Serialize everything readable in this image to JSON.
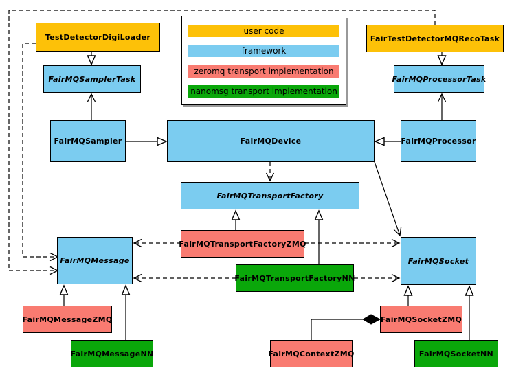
{
  "palette": {
    "user_code": "#FDC108",
    "framework": "#7BCCF0",
    "zeromq": "#F97B71",
    "nanomsg": "#0AA70A",
    "border": "#000000",
    "background": "#FFFFFF",
    "legend_shadow": "#999999"
  },
  "legend": {
    "items": [
      {
        "label": "user code",
        "category": "user_code"
      },
      {
        "label": "framework",
        "category": "framework"
      },
      {
        "label": "zeromq transport implementation",
        "category": "zeromq"
      },
      {
        "label": "nanomsg transport implementation",
        "category": "nanomsg"
      }
    ]
  },
  "nodes": [
    {
      "label": "TestDetectorDigiLoader",
      "category": "user_code",
      "abstract": false
    },
    {
      "label": "FairTestDetectorMQRecoTask",
      "category": "user_code",
      "abstract": false
    },
    {
      "label": "FairMQSamplerTask",
      "category": "framework",
      "abstract": true
    },
    {
      "label": "FairMQProcessorTask",
      "category": "framework",
      "abstract": true
    },
    {
      "label": "FairMQSampler",
      "category": "framework",
      "abstract": false
    },
    {
      "label": "FairMQDevice",
      "category": "framework",
      "abstract": false
    },
    {
      "label": "FairMQProcessor",
      "category": "framework",
      "abstract": false
    },
    {
      "label": "FairMQTransportFactory",
      "category": "framework",
      "abstract": true
    },
    {
      "label": "FairMQTransportFactoryZMQ",
      "category": "zeromq",
      "abstract": false
    },
    {
      "label": "FairMQTransportFactoryNN",
      "category": "nanomsg",
      "abstract": false
    },
    {
      "label": "FairMQMessage",
      "category": "framework",
      "abstract": true
    },
    {
      "label": "FairMQSocket",
      "category": "framework",
      "abstract": true
    },
    {
      "label": "FairMQMessageZMQ",
      "category": "zeromq",
      "abstract": false
    },
    {
      "label": "FairMQMessageNN",
      "category": "nanomsg",
      "abstract": false
    },
    {
      "label": "FairMQContextZMQ",
      "category": "zeromq",
      "abstract": false
    },
    {
      "label": "FairMQSocketZMQ",
      "category": "zeromq",
      "abstract": false
    },
    {
      "label": "FairMQSocketNN",
      "category": "nanomsg",
      "abstract": false
    }
  ],
  "edges": [
    {
      "from": "TestDetectorDigiLoader",
      "to": "FairMQSamplerTask",
      "type": "inheritance"
    },
    {
      "from": "FairTestDetectorMQRecoTask",
      "to": "FairMQProcessorTask",
      "type": "inheritance"
    },
    {
      "from": "FairMQSampler",
      "to": "FairMQDevice",
      "type": "inheritance"
    },
    {
      "from": "FairMQProcessor",
      "to": "FairMQDevice",
      "type": "inheritance"
    },
    {
      "from": "FairMQTransportFactoryZMQ",
      "to": "FairMQTransportFactory",
      "type": "inheritance"
    },
    {
      "from": "FairMQTransportFactoryNN",
      "to": "FairMQTransportFactory",
      "type": "inheritance"
    },
    {
      "from": "FairMQMessageZMQ",
      "to": "FairMQMessage",
      "type": "inheritance"
    },
    {
      "from": "FairMQMessageNN",
      "to": "FairMQMessage",
      "type": "inheritance"
    },
    {
      "from": "FairMQSocketZMQ",
      "to": "FairMQSocket",
      "type": "inheritance"
    },
    {
      "from": "FairMQSocketNN",
      "to": "FairMQSocket",
      "type": "inheritance"
    },
    {
      "from": "FairMQSampler",
      "to": "FairMQSamplerTask",
      "type": "association"
    },
    {
      "from": "FairMQProcessor",
      "to": "FairMQProcessorTask",
      "type": "association"
    },
    {
      "from": "FairMQDevice",
      "to": "FairMQSocket",
      "type": "association"
    },
    {
      "from": "FairMQDevice",
      "to": "FairMQTransportFactory",
      "type": "dependency"
    },
    {
      "from": "FairMQTransportFactoryZMQ",
      "to": "FairMQMessage",
      "type": "dependency"
    },
    {
      "from": "FairMQTransportFactoryZMQ",
      "to": "FairMQSocket",
      "type": "dependency"
    },
    {
      "from": "FairMQTransportFactoryNN",
      "to": "FairMQMessage",
      "type": "dependency"
    },
    {
      "from": "FairMQTransportFactoryNN",
      "to": "FairMQSocket",
      "type": "dependency"
    },
    {
      "from": "TestDetectorDigiLoader",
      "to": "FairMQMessage",
      "type": "dependency"
    },
    {
      "from": "FairTestDetectorMQRecoTask",
      "to": "FairMQMessage",
      "type": "dependency"
    },
    {
      "from": "FairMQContextZMQ",
      "to": "FairMQSocketZMQ",
      "type": "composition"
    }
  ]
}
